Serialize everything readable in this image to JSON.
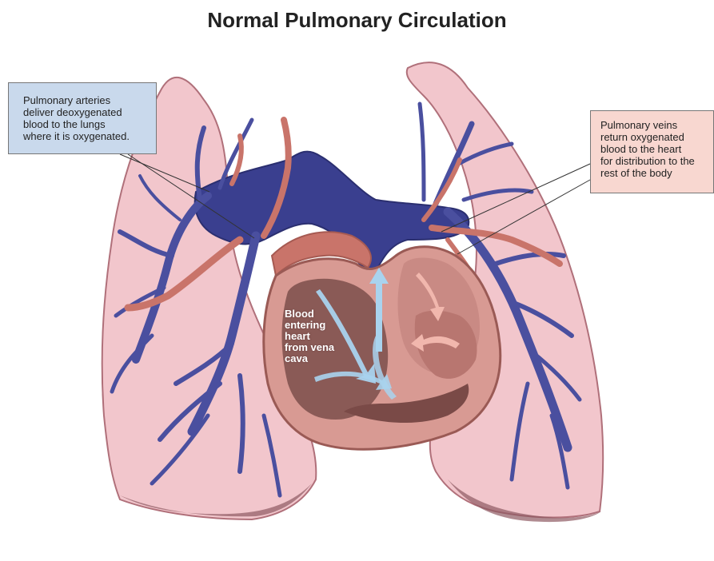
{
  "title": "Normal Pulmonary Circulation",
  "callouts": {
    "arteries": {
      "lines": [
        "Pulmonary arteries",
        "deliver deoxygenated",
        "blood to the lungs",
        "where it is oxygenated."
      ]
    },
    "veins": {
      "lines": [
        "Pulmonary veins",
        "return oxygenated",
        "blood to the heart",
        "for distribution to the",
        "rest of the body"
      ]
    }
  },
  "heart_label": {
    "lines": [
      "Blood",
      "entering",
      "heart",
      "from vena",
      "cava"
    ]
  },
  "colors": {
    "lung_fill": "#f2c6cc",
    "lung_edge": "#b0707a",
    "artery_blue": "#3a3f8f",
    "vein_red": "#c9746a",
    "heart_muscle": "#c98a84",
    "heart_chamber": "#8a5a56",
    "callout_blue": "#c9d9ec",
    "callout_pink": "#f8d7d0",
    "flow_arrow_blue": "#a9d3ee",
    "flow_arrow_pink": "#f1b7ad"
  }
}
